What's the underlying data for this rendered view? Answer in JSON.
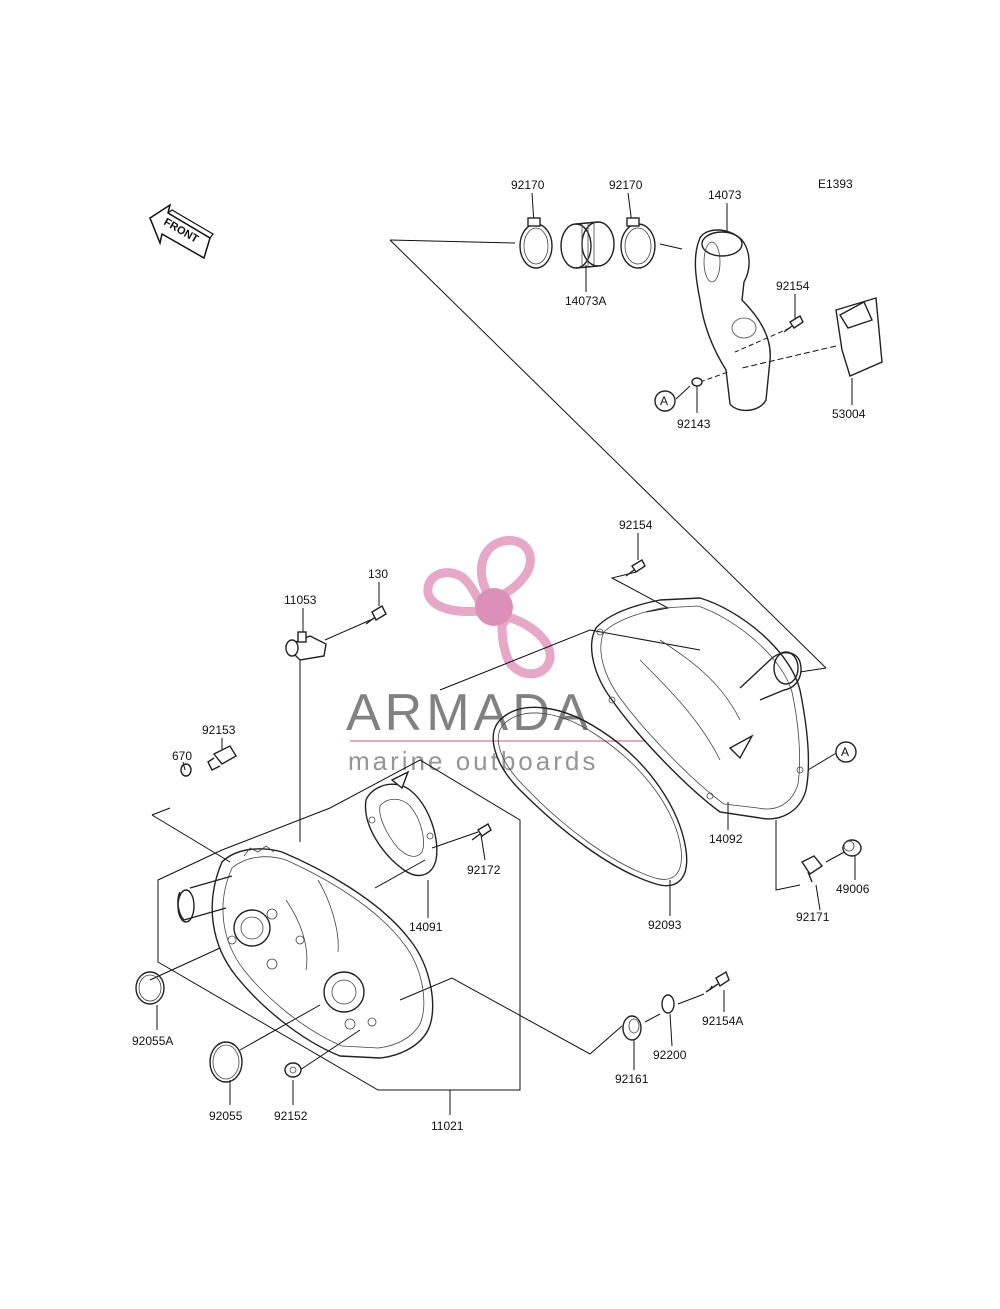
{
  "diagram": {
    "code": "E1393",
    "front_label": "FRONT",
    "ref_marker": "A",
    "parts": {
      "p92170_left": "92170",
      "p92170_right": "92170",
      "p14073": "14073",
      "p14073A": "14073A",
      "p92154_top": "92154",
      "p53004": "53004",
      "p92143": "92143",
      "p92154_mid": "92154",
      "p130": "130",
      "p11053": "11053",
      "p92153": "92153",
      "p670": "670",
      "p92172": "92172",
      "p14091": "14091",
      "p14092": "14092",
      "p49006": "49006",
      "p92171": "92171",
      "p92093": "92093",
      "p92154A": "92154A",
      "p92200": "92200",
      "p92161": "92161",
      "p92055A": "92055A",
      "p92055": "92055",
      "p92152": "92152",
      "p11021": "11021"
    }
  },
  "watermark": {
    "name": "ARMADA",
    "subtitle": "marine outboards",
    "colors": {
      "logo": "#e7a7c6",
      "logo_hub": "#dc8fb7",
      "text": "#6b6b6b"
    }
  }
}
